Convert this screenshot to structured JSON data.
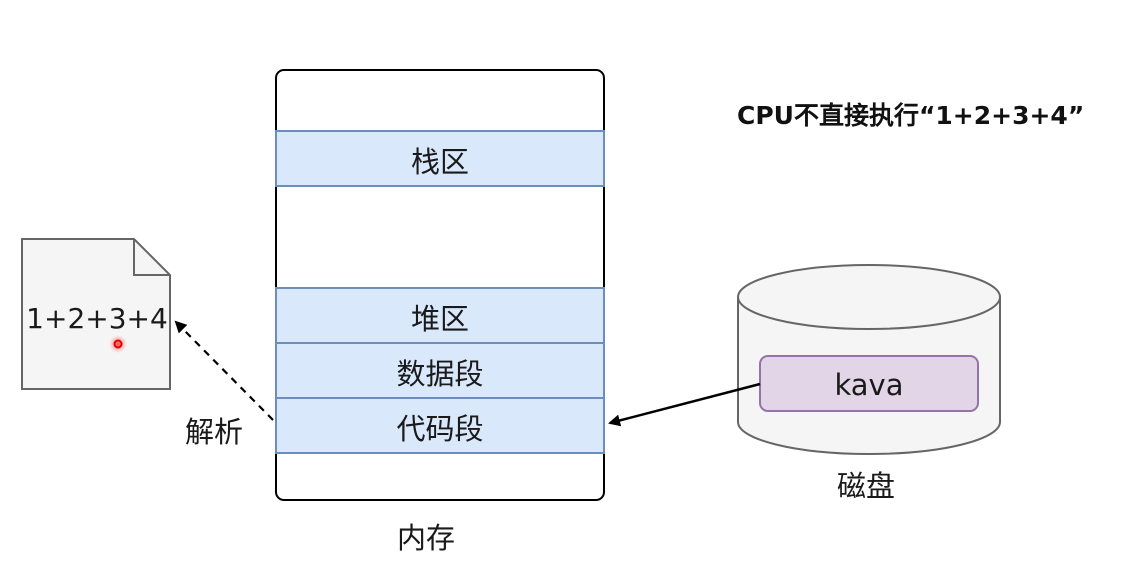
{
  "heading": "CPU不直接执行“1+2+3+4”",
  "memory": {
    "label": "内存",
    "segments": {
      "stack": "栈区",
      "heap": "堆区",
      "data": "数据段",
      "code": "代码段"
    }
  },
  "disk": {
    "label": "磁盘",
    "file": "kava"
  },
  "document": {
    "content": "1+2+3+4"
  },
  "arrow_label": "解析",
  "colors": {
    "segment_fill": "#dae8fc",
    "segment_stroke": "#6c8ebf",
    "disk_file_fill": "#e1d5e7",
    "disk_file_stroke": "#9673a6",
    "document_fill": "#f5f5f5",
    "document_stroke": "#666666",
    "cursor_dot": "#ff2020"
  }
}
